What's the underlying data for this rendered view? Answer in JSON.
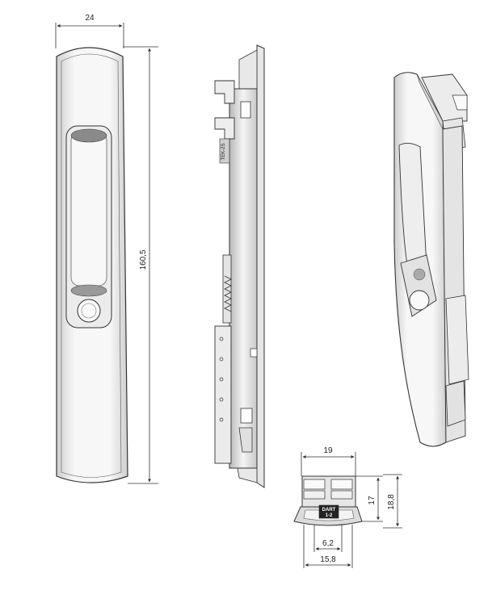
{
  "dimensions": {
    "width_top": "24",
    "height_total": "160,5",
    "width_bottom_view": "19",
    "height_inner": "17",
    "height_outer": "18,8",
    "inner_slot": "6,2",
    "base_width": "15,8"
  },
  "part_label": "DART\n1-2",
  "part_label_lines": [
    "DART",
    "1-2"
  ],
  "spine_marking": "TEK-2S",
  "colors": {
    "line": "#333333",
    "fill": "#f2f2f2",
    "shade": "#d6d6d6",
    "dark": "#7a7a7a"
  }
}
